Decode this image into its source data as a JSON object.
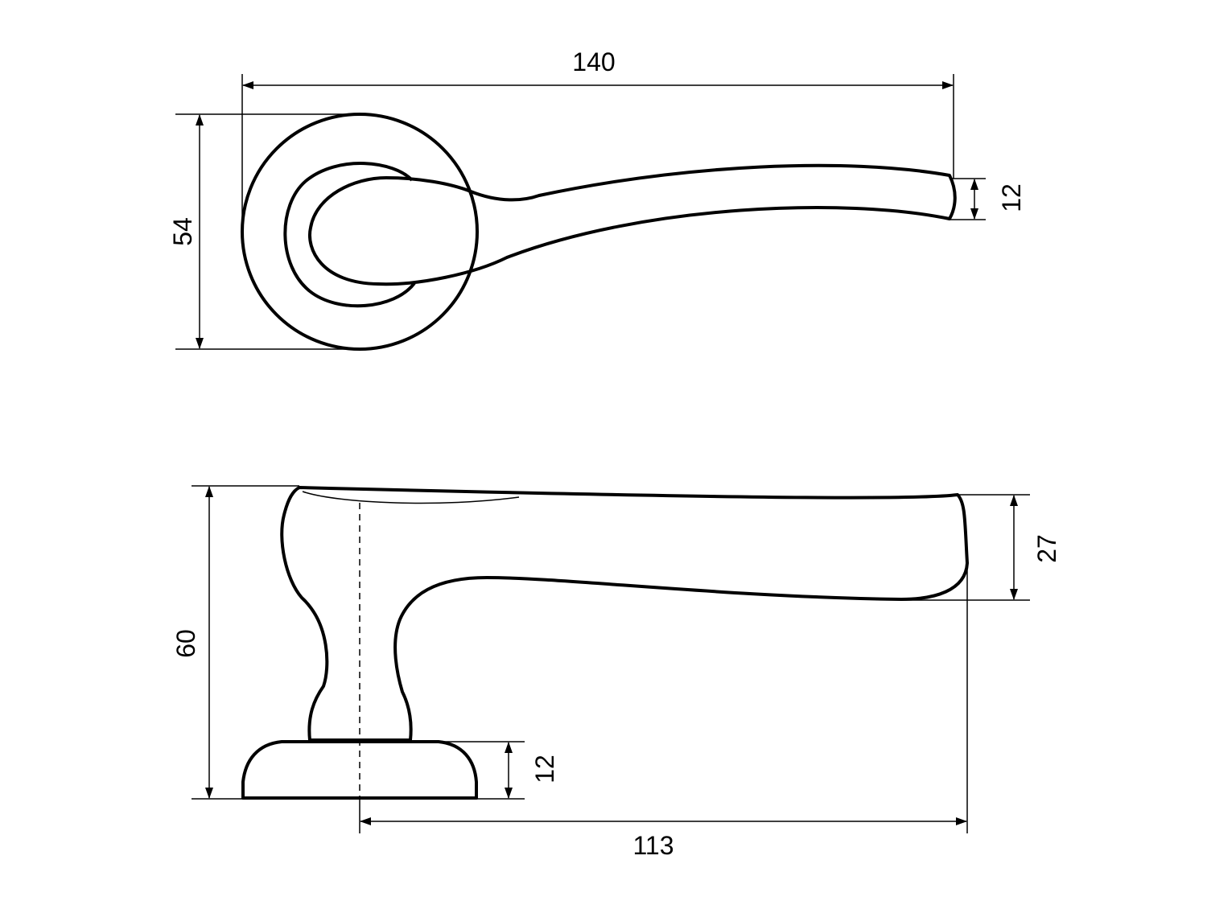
{
  "drawing": {
    "top_view": {
      "overall_length": "140",
      "rosette_diameter": "54",
      "tip_thickness": "12"
    },
    "side_view": {
      "overall_height": "60",
      "lever_height": "27",
      "rosette_height": "12",
      "projection_length": "113"
    },
    "colors": {
      "line": "#000000",
      "background": "#ffffff"
    }
  }
}
